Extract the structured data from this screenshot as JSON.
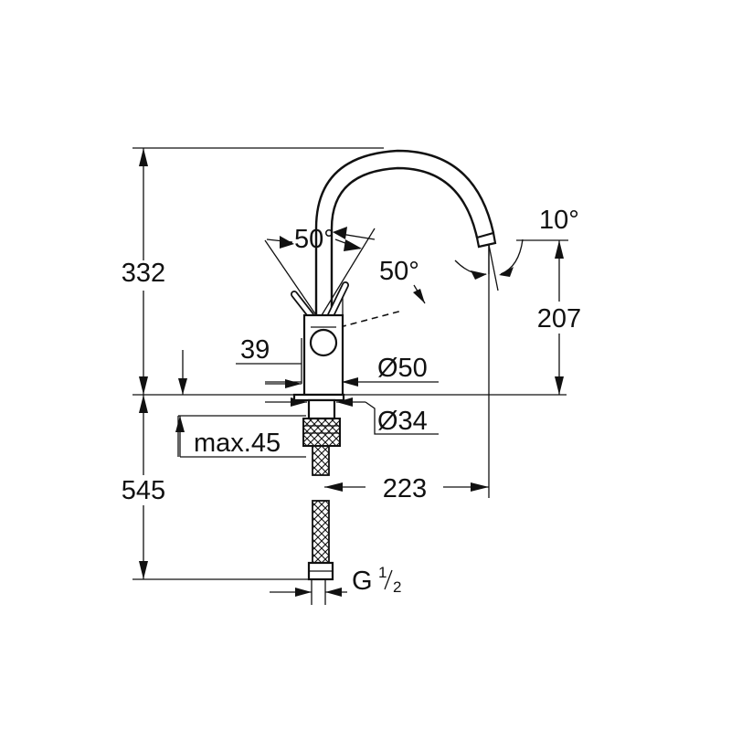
{
  "dimensions": {
    "total_height": "332",
    "spout_height": "207",
    "below_counter": "545",
    "lever_angle_left": "50°",
    "lever_angle_right": "50°",
    "spout_angle": "10°",
    "lever_offset": "39",
    "body_diameter": "Ø50",
    "mount_diameter": "Ø34",
    "max_counter_thickness": "max.45",
    "spout_reach": "223",
    "thread_prefix": "G",
    "thread_num": "1",
    "thread_den": "2"
  },
  "colors": {
    "line": "#111111",
    "background": "#ffffff"
  }
}
